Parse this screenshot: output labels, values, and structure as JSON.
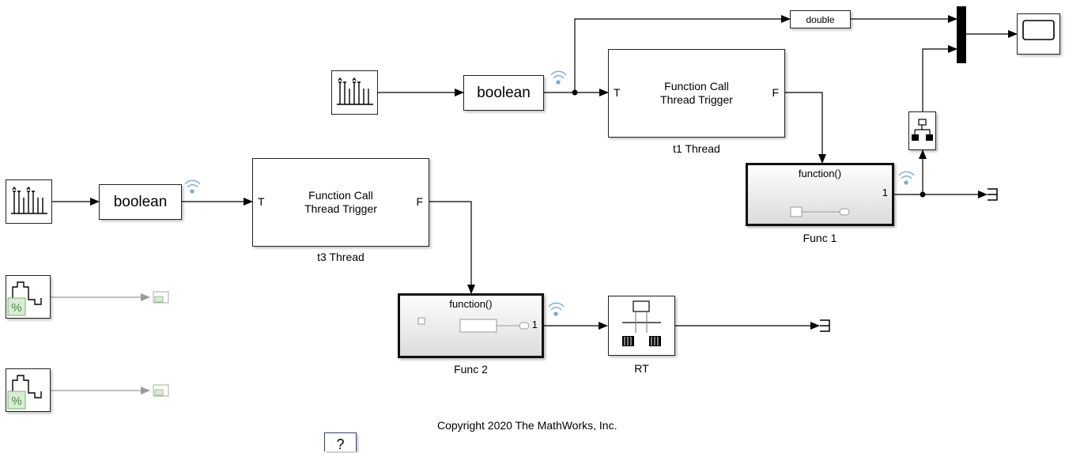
{
  "blocks": {
    "boolean_top": "boolean",
    "boolean_left": "boolean",
    "trigger_t1": {
      "title_line1": "Function Call",
      "title_line2": "Thread Trigger",
      "in_port": "T",
      "out_port": "F",
      "label": "t1 Thread"
    },
    "trigger_t3": {
      "title_line1": "Function Call",
      "title_line2": "Thread Trigger",
      "in_port": "T",
      "out_port": "F",
      "label": "t3 Thread"
    },
    "double": "double",
    "func1": {
      "title": "function()",
      "port": "1",
      "label": "Func 1"
    },
    "func2": {
      "title": "function()",
      "port": "1",
      "label": "Func 2"
    },
    "rt": {
      "label": "RT"
    },
    "help": "?"
  },
  "copyright": "Copyright 2020 The MathWorks, Inc.",
  "icons": [
    "pulse-generator-icon",
    "signal-builder-icon",
    "broadcast-wireless-icon",
    "mux-icon",
    "scope-icon",
    "bus-selector-icon",
    "terminator-icon",
    "rate-transition-icon",
    "help-icon"
  ],
  "colors": {
    "wire": "#000000",
    "inactive_wire": "#9a9a9a",
    "wireless": "#7aa7d6"
  }
}
